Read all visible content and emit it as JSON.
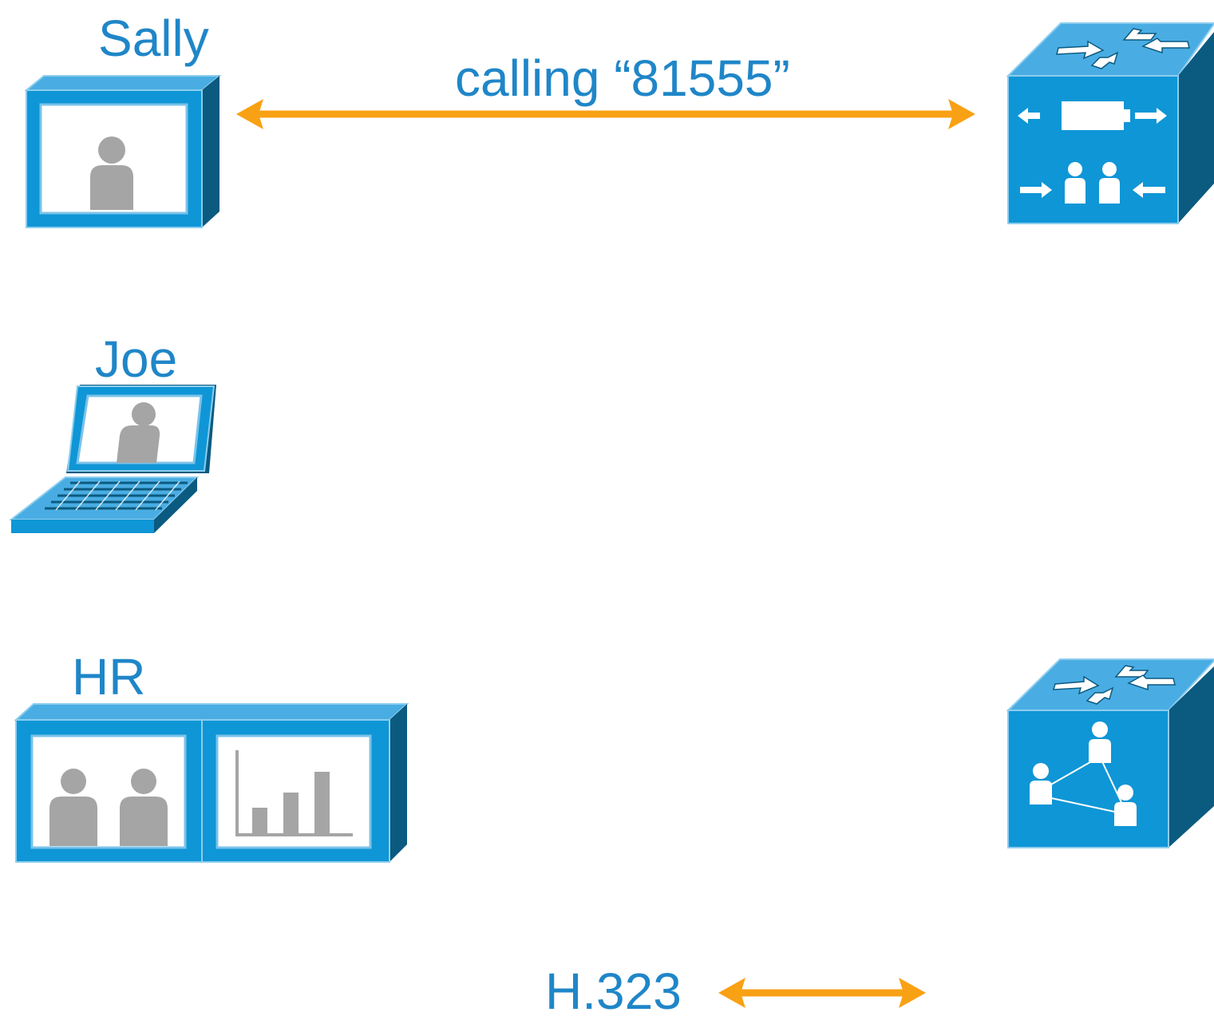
{
  "nodes": {
    "sally": {
      "label": "Sally",
      "device": "video-endpoint"
    },
    "joe": {
      "label": "Joe",
      "device": "laptop-video-client"
    },
    "hr": {
      "label": "HR",
      "device": "dual-screen-telepresence"
    },
    "top_right": {
      "device": "video-call-control-unit"
    },
    "bottom_right": {
      "device": "multipoint-conference-unit"
    }
  },
  "connection": {
    "label": "calling “81555”",
    "from": "Sally",
    "arrow": "bidirectional"
  },
  "legend": {
    "label": "H.323",
    "arrow": "bidirectional"
  },
  "colors": {
    "label_blue": "#1f86c8",
    "device_face": "#0f96d6",
    "device_top": "#49ade3",
    "device_side": "#0b5a80",
    "arrow_orange": "#f9a114",
    "person_gray": "#a5a5a5"
  }
}
